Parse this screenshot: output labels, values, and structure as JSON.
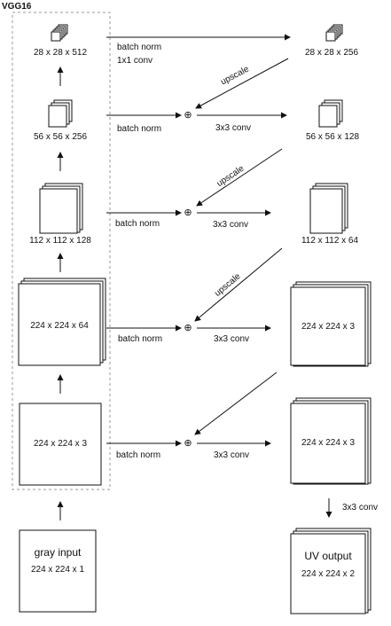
{
  "title": "VGG16",
  "encoder": {
    "shapes": [
      "28 x 28 x 512",
      "56 x 56 x 256",
      "112 x 112 x 128",
      "224 x 224 x 64",
      "224 x 224 x 3"
    ]
  },
  "input": {
    "name": "gray input",
    "shape": "224 x 224 x 1"
  },
  "decoder": {
    "shapes": [
      "28 x 28 x 256",
      "56 x 56 x 128",
      "112 x 112 x 64",
      "224 x 224 x 3",
      "224 x 224 x 3"
    ]
  },
  "output": {
    "name": "UV output",
    "shape": "224 x 224 x 2"
  },
  "edges": {
    "batch_norm": "batch norm",
    "first_op": "1x1 conv",
    "conv": "3x3 conv",
    "upscale": "upscale",
    "add_symbol": "⊕",
    "final_conv": "3x3 conv"
  }
}
